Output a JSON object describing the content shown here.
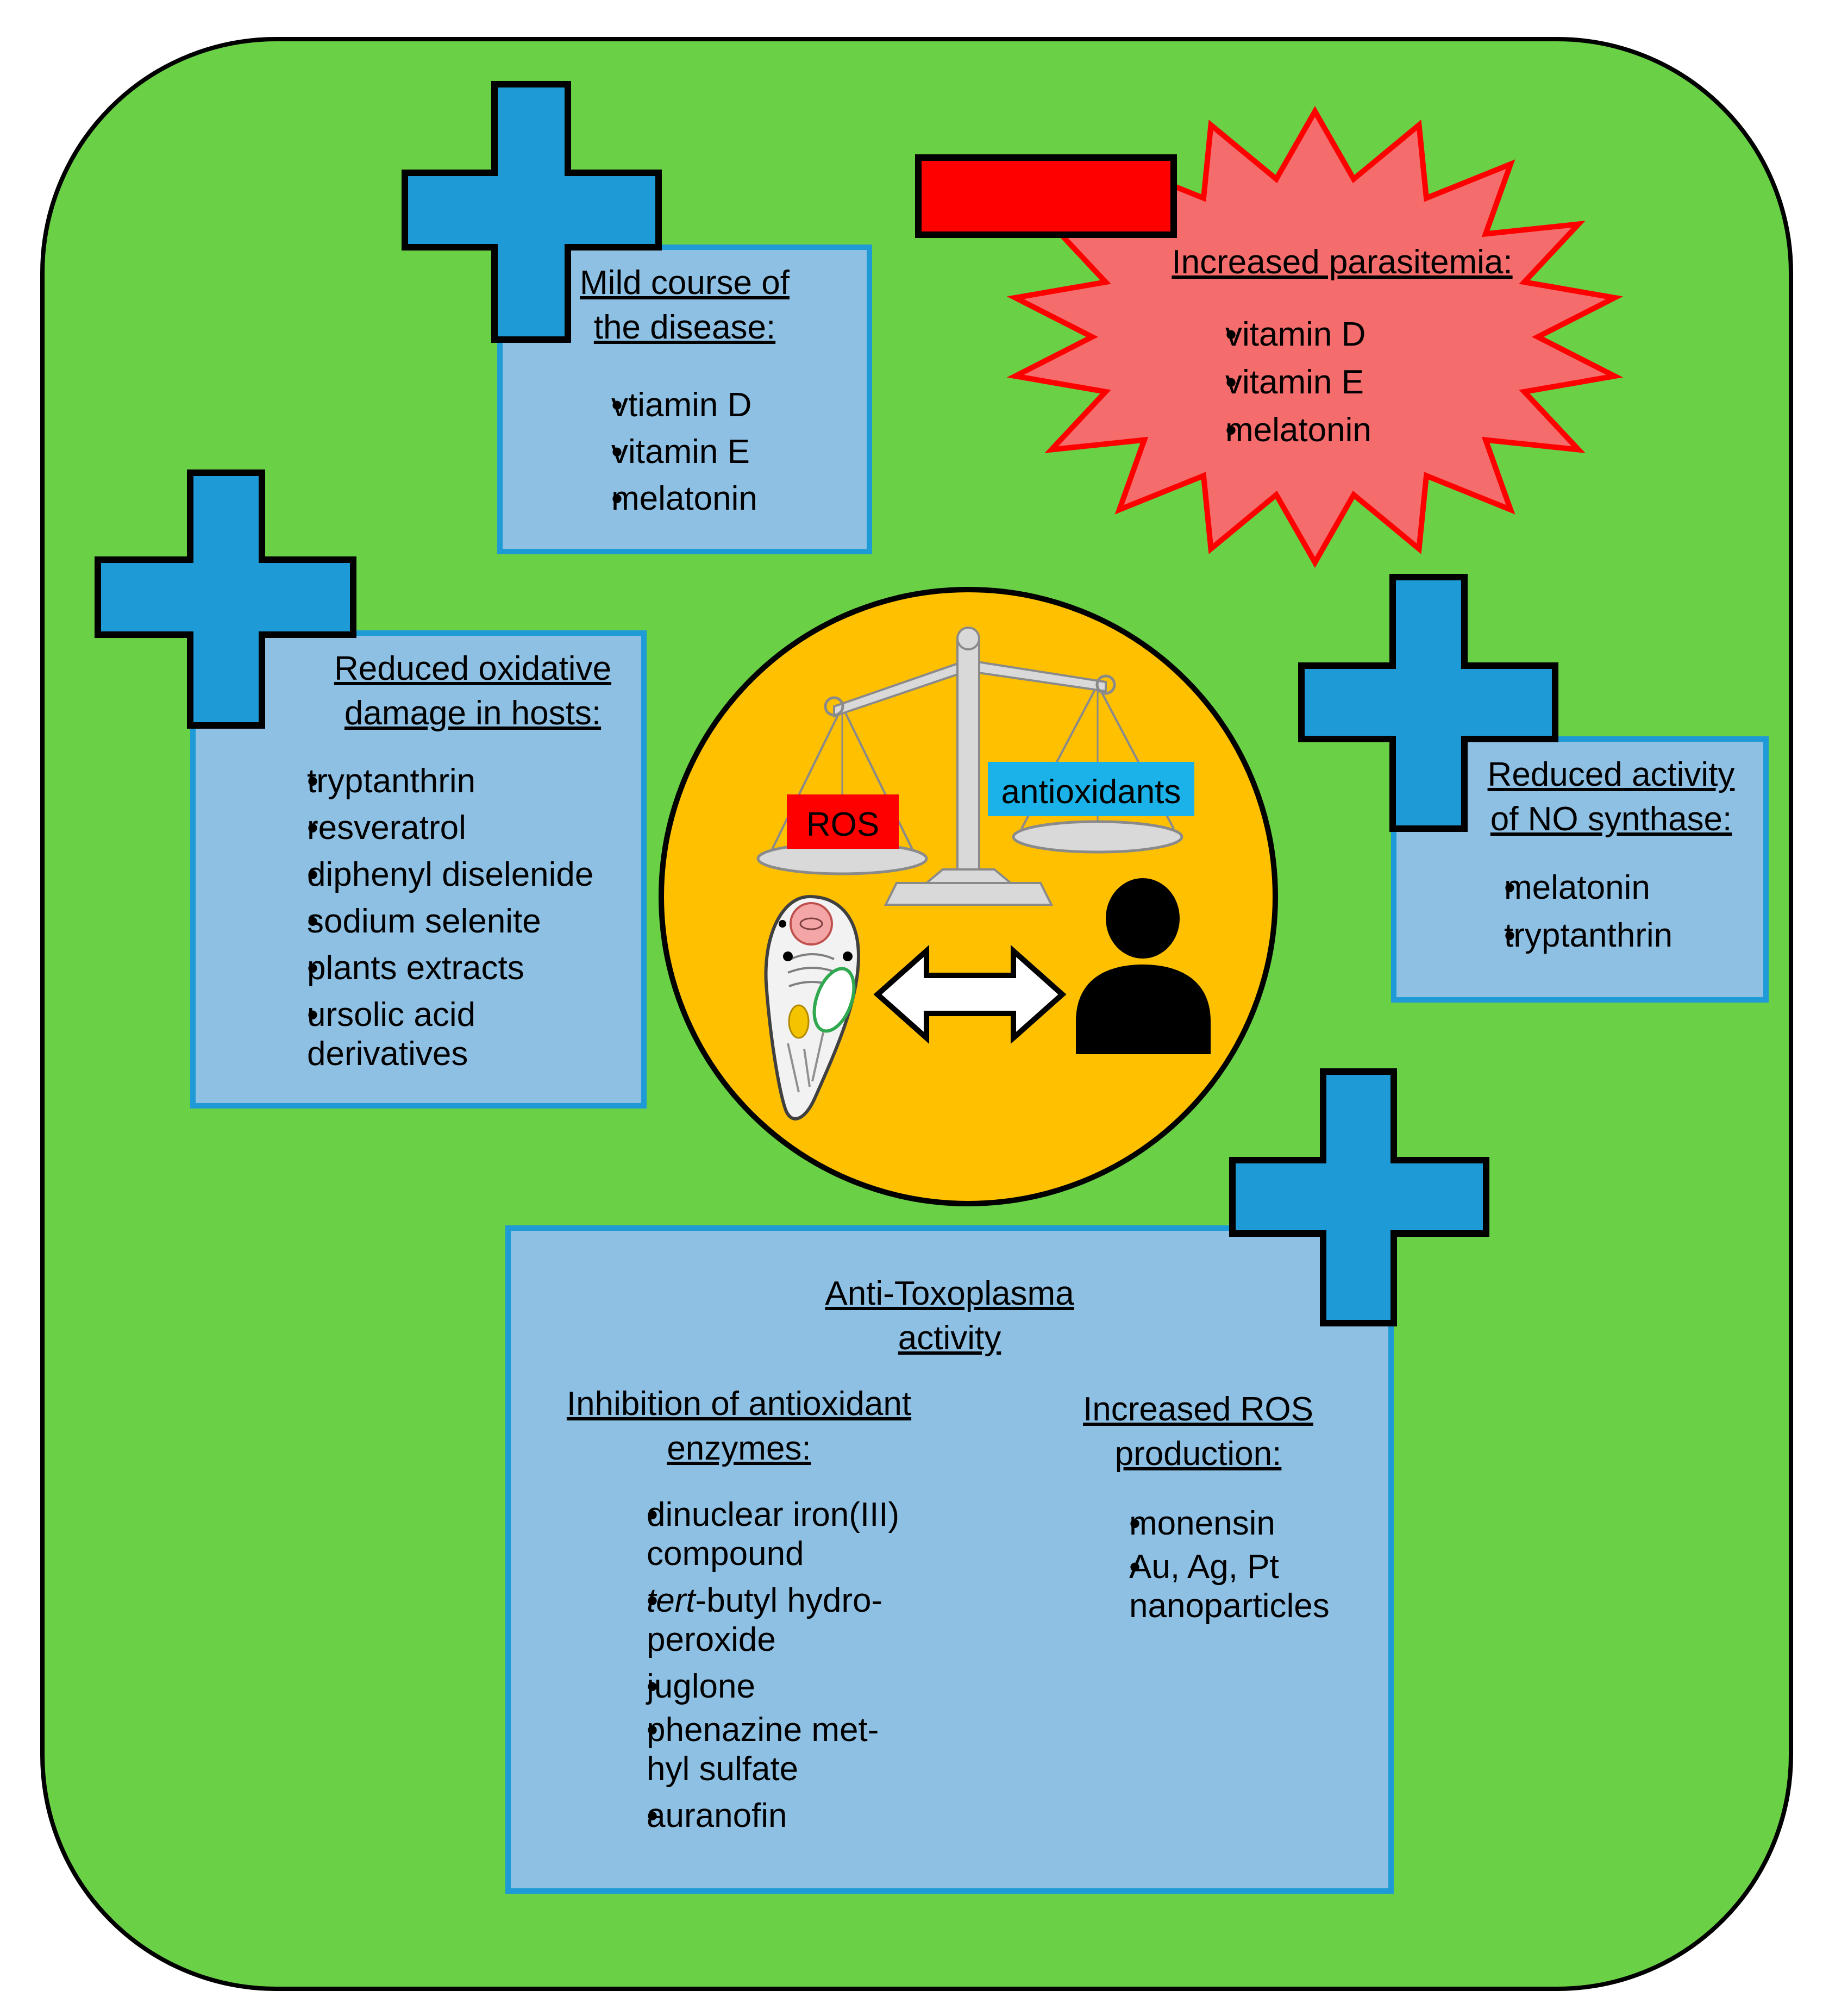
{
  "colors": {
    "background": "#6ad046",
    "box_fill": "#8ec0e4",
    "box_border": "#1e9ad6",
    "plus_fill": "#1e9ad6",
    "burst_fill": "#f56c6c",
    "burst_border": "#ff0000",
    "minus_fill": "#ff0000",
    "circle_fill": "#ffc000",
    "ros_label": "#ff0000",
    "antioxidants_label": "#1ab2e8"
  },
  "mild_course": {
    "title_line1": "Mild course of",
    "title_line2": "the disease:",
    "items": [
      "vtiamin D",
      "vitamin E",
      "melatonin"
    ]
  },
  "parasitemia": {
    "title": "Increased parasitemia:",
    "items": [
      "vitamin D",
      "vitamin E",
      "melatonin"
    ]
  },
  "oxidative_damage": {
    "title_line1": "Reduced oxidative",
    "title_line2": "damage in hosts:",
    "items": [
      "tryptanthrin",
      "resveratrol",
      "diphenyl diselenide",
      "sodium selenite",
      "plants extracts"
    ],
    "multi_item_line1": "ursolic acid",
    "multi_item_line2": "derivatives"
  },
  "no_synthase": {
    "title_line1": "Reduced activity",
    "title_line2": "of NO synthase:",
    "items": [
      "melatonin",
      "tryptanthrin"
    ]
  },
  "balance": {
    "ros_label": "ROS",
    "antioxidants_label": "antioxidants",
    "icons": [
      "balance-scale-icon",
      "parasite-cell-icon",
      "double-arrow-icon",
      "person-icon"
    ]
  },
  "anti_toxoplasma": {
    "title_line1": "Anti-Toxoplasma",
    "title_line2": "activity",
    "left": {
      "title_line1": "Inhibition of antioxidant",
      "title_line2": "enzymes:",
      "item1_line1": "dinuclear iron(III)",
      "item1_line2": "compound",
      "item2_italic": "tert",
      "item2_rest": "-butyl hydro-",
      "item2_line2": "peroxide",
      "item3": "juglone",
      "item4_line1": "phenazine met-",
      "item4_line2": "hyl sulfate",
      "item5": "auranofin"
    },
    "right": {
      "title_line1": "Increased ROS",
      "title_line2": "production:",
      "item1": "monensin",
      "item2_line1": "Au, Ag, Pt",
      "item2_line2": "nanoparticles"
    }
  }
}
